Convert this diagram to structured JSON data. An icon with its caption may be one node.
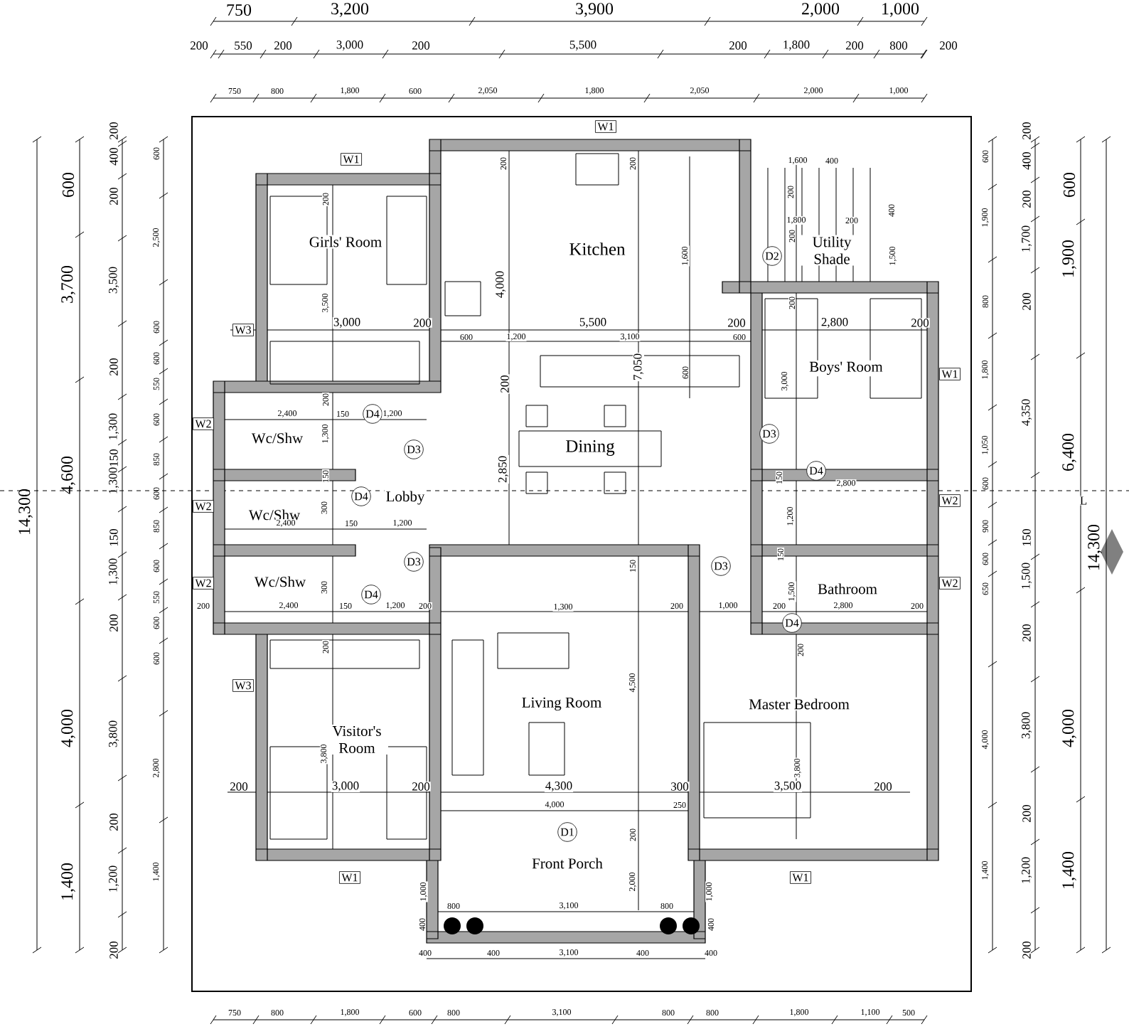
{
  "diagram": {
    "nodes": [
      {
        "text": [
          "W1"
        ]
      },
      {
        "text": [
          "W1"
        ]
      },
      {
        "text": [
          "Girls' Room"
        ]
      },
      {
        "text": [
          "Kitchen"
        ]
      },
      {
        "text": [
          "D2"
        ]
      },
      {
        "text": [
          "Utility Shade"
        ]
      },
      {
        "text": [
          "W3"
        ]
      },
      {
        "text": [
          "Boys' Room"
        ]
      },
      {
        "text": [
          "W1"
        ]
      },
      {
        "text": [
          "D4"
        ]
      },
      {
        "text": [
          "W2"
        ]
      },
      {
        "text": [
          "Wc/Shw"
        ]
      },
      {
        "text": [
          "D3"
        ]
      },
      {
        "text": [
          "D3"
        ]
      },
      {
        "text": [
          "Dining"
        ]
      },
      {
        "text": [
          "D4"
        ]
      },
      {
        "text": [
          "D4"
        ]
      },
      {
        "text": [
          "Lobby"
        ]
      },
      {
        "text": [
          "W2"
        ]
      },
      {
        "text": [
          "Wc/Shw"
        ]
      },
      {
        "text": [
          "W2"
        ]
      },
      {
        "text": [
          "D3"
        ]
      },
      {
        "text": [
          "D3"
        ]
      },
      {
        "text": [
          "W2"
        ]
      },
      {
        "text": [
          "Wc/Shw"
        ]
      },
      {
        "text": [
          "Bathroom"
        ]
      },
      {
        "text": [
          "W2"
        ]
      },
      {
        "text": [
          "D4"
        ]
      },
      {
        "text": [
          "D4"
        ]
      },
      {
        "text": [
          "W3"
        ]
      },
      {
        "text": [
          "Master Bedroom"
        ]
      },
      {
        "text": [
          "Living Room"
        ]
      },
      {
        "text": [
          "Visitor's Room"
        ]
      },
      {
        "text": [
          "D1"
        ]
      },
      {
        "text": [
          "Front Porch"
        ]
      },
      {
        "text": [
          "W1"
        ]
      },
      {
        "text": [
          "W1"
        ]
      }
    ],
    "labels": [
      "750",
      "3,200",
      "3,900",
      "2,000",
      "1,000",
      "200",
      "550",
      "200",
      "3,000",
      "200",
      "5,500",
      "200",
      "1,800",
      "200",
      "800",
      "200",
      "750",
      "800",
      "1,800",
      "600",
      "2,050",
      "1,800",
      "2,050",
      "2,000",
      "1,000",
      "14,300",
      "600",
      "3,700",
      "4,600",
      "4,000",
      "1,400",
      "200",
      "400",
      "200",
      "3,500",
      "200",
      "1,300",
      "150",
      "1,300",
      "150",
      "1,300",
      "200",
      "3,800",
      "200",
      "1,200",
      "200",
      "600",
      "2,500",
      "600",
      "600",
      "550",
      "600",
      "850",
      "600",
      "850",
      "600",
      "550",
      "600",
      "600",
      "2,800",
      "1,400",
      "200",
      "3,500",
      "3,000",
      "200",
      "200",
      "200",
      "4,000",
      "1,600",
      "5,500",
      "200",
      "600",
      "1,200",
      "3,100",
      "600",
      "7,050",
      "600",
      "200",
      "2,850",
      "1,600",
      "400",
      "200",
      "1,800",
      "200",
      "200",
      "400",
      "1,500",
      "200",
      "2,800",
      "200",
      "3,000",
      "2,400",
      "150",
      "1,200",
      "200",
      "1,300",
      "150",
      "2,400",
      "300",
      "150",
      "1,200",
      "300",
      "200",
      "2,400",
      "150",
      "1,200",
      "200",
      "200",
      "3,800",
      "200",
      "3,000",
      "200",
      "150",
      "1,300",
      "4,500",
      "4,300",
      "300",
      "4,000",
      "250",
      "200",
      "2,000",
      "2,800",
      "150",
      "1,200",
      "150",
      "1,500",
      "200",
      "1,000",
      "200",
      "2,800",
      "200",
      "200",
      "3,800",
      "3,500",
      "200",
      "1,000",
      "1,000",
      "800",
      "3,100",
      "800",
      "400",
      "400",
      "400",
      "400",
      "3,100",
      "400",
      "400",
      "600",
      "1,900",
      "800",
      "1,800",
      "1,050",
      "600",
      "900",
      "600",
      "650",
      "4,000",
      "1,400",
      "200",
      "400",
      "200",
      "1,700",
      "200",
      "4,350",
      "150",
      "1,500",
      "200",
      "3,800",
      "200",
      "1,200",
      "200",
      "600",
      "1,900",
      "6,400",
      "4,000",
      "1,400",
      "14,300",
      "L",
      "750",
      "800",
      "1,800",
      "600",
      "800",
      "3,100",
      "800",
      "800",
      "1,800",
      "1,100",
      "500"
    ]
  }
}
